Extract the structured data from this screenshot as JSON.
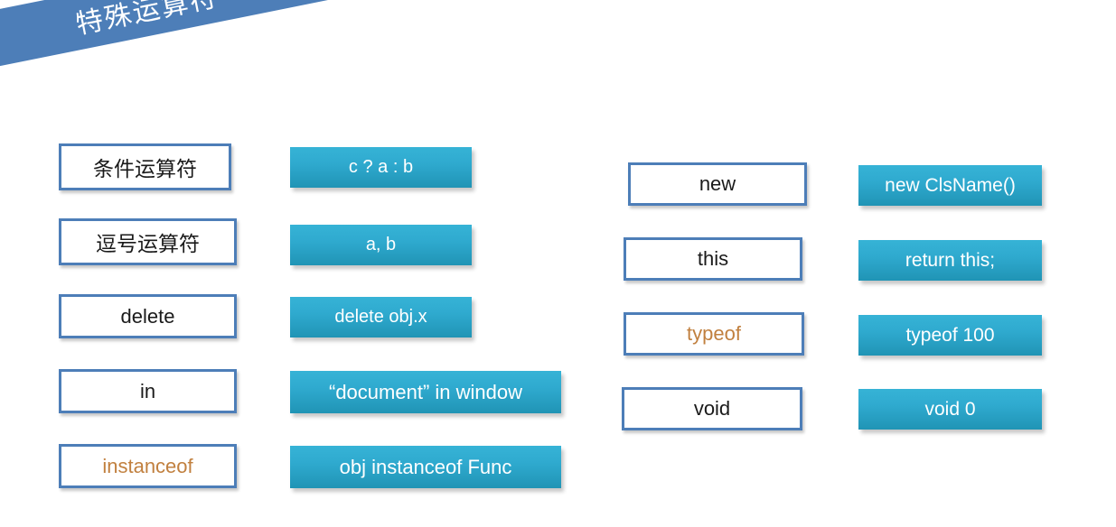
{
  "slide": {
    "title": "特殊运算符",
    "background_color": "#FFFFFF",
    "banner_color": "#4D7EB8",
    "accent_teal_top": "#36B3D6",
    "accent_teal_bottom": "#2094B5",
    "border_blue": "#4D7EB8",
    "highlight_orange": "#C1803F"
  },
  "groups": [
    {
      "name": "left-group",
      "rows": [
        {
          "operator": "条件运算符",
          "operator_lang": "cjk",
          "operator_highlight": false,
          "example": "c ? a : b"
        },
        {
          "operator": "逗号运算符",
          "operator_lang": "cjk",
          "operator_highlight": false,
          "example": "a, b"
        },
        {
          "operator": "delete",
          "operator_lang": "latin",
          "operator_highlight": false,
          "example": "delete obj.x"
        },
        {
          "operator": "in",
          "operator_lang": "latin",
          "operator_highlight": false,
          "example": "“document” in window"
        },
        {
          "operator": "instanceof",
          "operator_lang": "latin",
          "operator_highlight": true,
          "example": "obj instanceof Func"
        }
      ]
    },
    {
      "name": "right-group",
      "rows": [
        {
          "operator": "new",
          "operator_lang": "latin",
          "operator_highlight": false,
          "example": "new ClsName()"
        },
        {
          "operator": "this",
          "operator_lang": "latin",
          "operator_highlight": false,
          "example": "return this;"
        },
        {
          "operator": "typeof",
          "operator_lang": "latin",
          "operator_highlight": true,
          "example": "typeof 100"
        },
        {
          "operator": "void",
          "operator_lang": "latin",
          "operator_highlight": false,
          "example": "void 0"
        }
      ]
    }
  ]
}
